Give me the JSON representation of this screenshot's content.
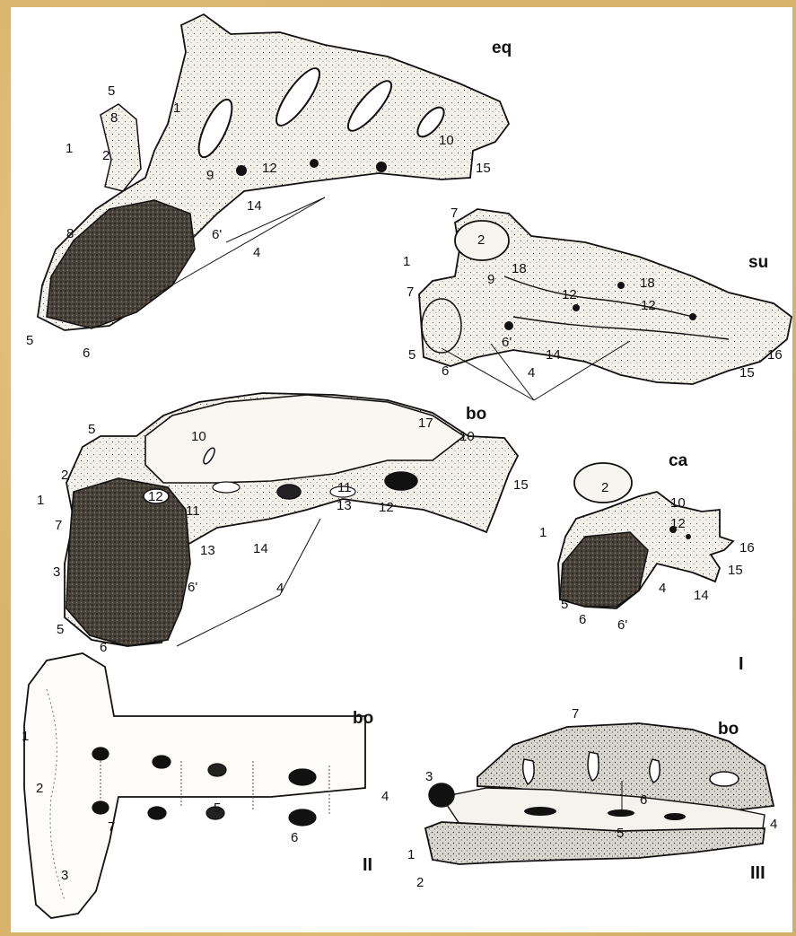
{
  "colors": {
    "background": "#d8b36c",
    "plate": "#ffffff",
    "ink": "#111111",
    "bone": "#f4f1ea",
    "shade": "#3a3530"
  },
  "views": {
    "eq": "eq",
    "su": "su",
    "bo_lateral": "bo",
    "ca": "ca",
    "bo_dorsal": "bo",
    "bo_section": "bo"
  },
  "roman": {
    "I": "I",
    "II": "II",
    "III": "III"
  },
  "labels": {
    "eq": [
      "5",
      "8",
      "1",
      "1",
      "2",
      "9",
      "12",
      "10",
      "15",
      "8",
      "14",
      "6'",
      "4",
      "5",
      "6"
    ],
    "su": [
      "7",
      "2",
      "1",
      "18",
      "18",
      "9",
      "7",
      "12",
      "12",
      "5",
      "6'",
      "14",
      "6",
      "4",
      "16",
      "15"
    ],
    "bo_lateral": [
      "5",
      "10",
      "2",
      "1",
      "12",
      "11",
      "7",
      "11",
      "13",
      "12",
      "17",
      "10",
      "15",
      "3",
      "13",
      "14",
      "4",
      "6'",
      "5",
      "6"
    ],
    "ca": [
      "2",
      "10",
      "12",
      "1",
      "16",
      "15",
      "4",
      "14",
      "5",
      "6",
      "6'"
    ],
    "bo_dorsal": [
      "1",
      "2",
      "7",
      "5",
      "4",
      "6",
      "3"
    ],
    "bo_section": [
      "7",
      "3",
      "6",
      "5",
      "4",
      "1",
      "2"
    ]
  }
}
